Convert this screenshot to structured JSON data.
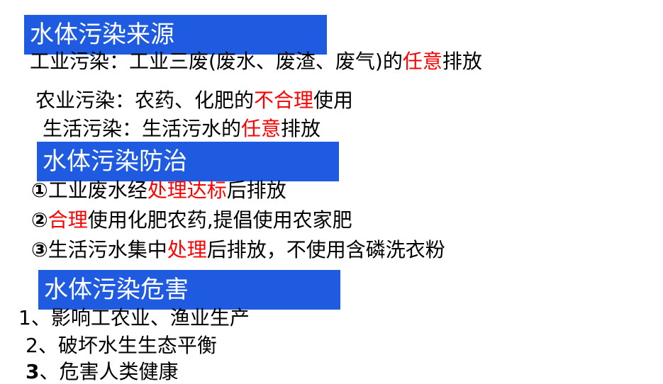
{
  "colors": {
    "banner_bg": "#1f5be0",
    "banner_text": "#ffffff",
    "highlight": "#ff0000",
    "text": "#000000"
  },
  "sources": {
    "title": "水体污染来源",
    "industrial": {
      "prefix": "工业污染：工业三废(废水、废渣、废气)的",
      "highlight": "任意",
      "suffix": "排放"
    },
    "agricultural": {
      "prefix": "农业污染：农药、化肥的",
      "highlight": "不合理",
      "suffix": "使用"
    },
    "domestic": {
      "prefix": "生活污染：生活污水的",
      "highlight": "任意",
      "suffix": "排放"
    }
  },
  "prevention": {
    "title": "水体污染防治",
    "items": [
      {
        "marker": "①",
        "prefix": "工业废水经",
        "highlight": "处理达标",
        "suffix": "后排放"
      },
      {
        "marker": "②",
        "prefix": "",
        "highlight": "合理",
        "suffix": "使用化肥农药,提倡使用农家肥"
      },
      {
        "marker": "③",
        "prefix": "生活污水集中",
        "highlight": "处理",
        "suffix": "后排放，不使用含磷洗衣粉"
      }
    ]
  },
  "harm": {
    "title": "水体污染危害",
    "items": [
      {
        "number": "1",
        "text": "、影响工农业、渔业生产"
      },
      {
        "number": "2",
        "text": "、破坏水生生态平衡"
      },
      {
        "number": "3",
        "text": "、危害人类健康"
      }
    ]
  }
}
